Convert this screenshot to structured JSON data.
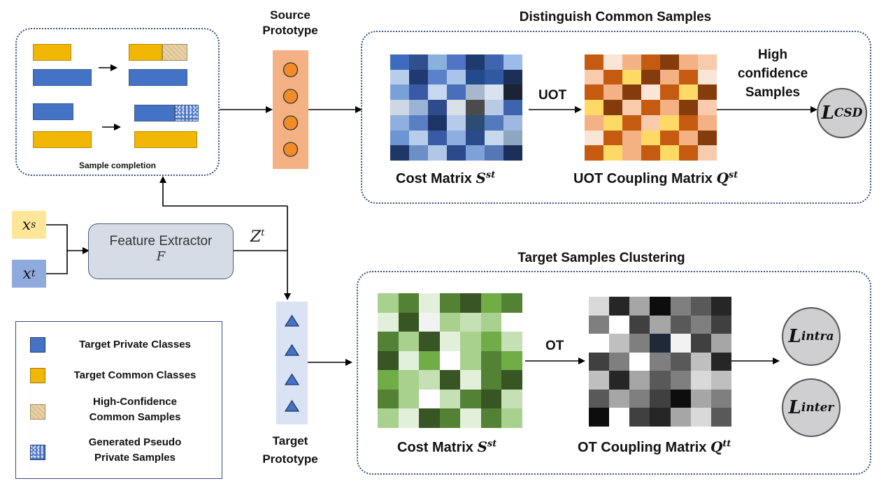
{
  "sample_completion": {
    "label": "Sample completion"
  },
  "source_prototype": {
    "line1": "Source",
    "line2": "Prototype"
  },
  "target_prototype": {
    "line1": "Target",
    "line2": "Prototype"
  },
  "top_panel": {
    "title": "Distinguish Common Samples",
    "uot_label": "UOT",
    "high_conf": [
      "High",
      "confidence",
      "Samples"
    ],
    "cost_label": "Cost Matrix",
    "cost_sym": "S",
    "cost_sup": "st",
    "coupling_label": "UOT Coupling Matrix",
    "coupling_sym": "Q",
    "coupling_sup": "st",
    "loss_sym": "L",
    "loss_sub": "CSD"
  },
  "bottom_panel": {
    "title": "Target Samples Clustering",
    "ot_label": "OT",
    "cost_label": "Cost Matrix",
    "cost_sym": "S",
    "cost_sup": "st",
    "coupling_label": "OT Coupling Matrix",
    "coupling_sym": "Q",
    "coupling_sup": "tt",
    "loss1_sym": "L",
    "loss1_sub": "intra",
    "loss2_sym": "L",
    "loss2_sub": "inter"
  },
  "inputs": {
    "xs_sym": "x",
    "xs_sub": "s",
    "xt_sym": "x",
    "xt_sub": "t"
  },
  "feature_extractor": {
    "line1": "Feature Extractor",
    "line2": "F"
  },
  "z_label": {
    "sym": "Z",
    "sup": "t"
  },
  "legend": {
    "items": [
      {
        "label1": "Target Private Classes",
        "label2": ""
      },
      {
        "label1": "Target Common Classes",
        "label2": ""
      },
      {
        "label1": "High-Confidence",
        "label2": "Common Samples"
      },
      {
        "label1": "Generated Pseudo",
        "label2": "Private Samples"
      }
    ]
  },
  "colors": {
    "blue": "#4472c4",
    "yellow": "#f2b705",
    "prototype_orange": "#f4b183",
    "target_proto_bg": "#dae3f3",
    "feature_box": "#d6dce5"
  },
  "heatmaps": {
    "blue": [
      "#3e6bbd",
      "#2f4f8f",
      "#8ab0de",
      "#4f74c5",
      "#1f3a6e",
      "#3f64b0",
      "#9bbbe8",
      "#b7cdeb",
      "#1f3a70",
      "#5b82c9",
      "#a9c3e9",
      "#234a8a",
      "#2f5aa0",
      "#1b2f57",
      "#7aa0d8",
      "#3a5aa8",
      "#c6d7f0",
      "#4a6fb9",
      "#a7b8cc",
      "#d9e3f0",
      "#1a2433",
      "#cdd6e3",
      "#9cb3d8",
      "#2e4c8c",
      "#d8dfe7",
      "#4b4b4b",
      "#b7cbe4",
      "#3e64ae",
      "#8fb0df",
      "#5a7ec2",
      "#1d3566",
      "#b5cbe9",
      "#2a4d74",
      "#5579bd",
      "#9eb9e0",
      "#6d95d4",
      "#b8cdea",
      "#3b5aa5",
      "#8eaee0",
      "#2a4a8a",
      "#c7d7ee",
      "#8fa6c0",
      "#1e3766",
      "#6d8fc8",
      "#b0c7e8",
      "#2b4a8d",
      "#7da1d9",
      "#5677b5",
      "#1c2f58"
    ],
    "orange": [
      "#c55a11",
      "#fbe5d6",
      "#f4b183",
      "#c55a11",
      "#843c0c",
      "#f4b183",
      "#f8cbad",
      "#f8cbad",
      "#c55a11",
      "#ffd966",
      "#843c0c",
      "#f4b183",
      "#c55a11",
      "#fbe5d6",
      "#c55a11",
      "#f4b183",
      "#843c0c",
      "#fbe5d6",
      "#c55a11",
      "#ffd966",
      "#843c0c",
      "#ffd966",
      "#843c0c",
      "#f8cbad",
      "#c55a11",
      "#f4b183",
      "#843c0c",
      "#f8cbad",
      "#f4b183",
      "#ffd966",
      "#c55a11",
      "#f8cbad",
      "#ffd966",
      "#c55a11",
      "#f4b183",
      "#fbe5d6",
      "#c55a11",
      "#f4b183",
      "#ffd966",
      "#c55a11",
      "#f4b183",
      "#843c0c",
      "#c55a11",
      "#ffd966",
      "#f4b183",
      "#c55a11",
      "#ffd966",
      "#c55a11",
      "#f8cbad"
    ],
    "green": [
      "#a9d18e",
      "#548235",
      "#e2efda",
      "#548235",
      "#375623",
      "#70ad47",
      "#548235",
      "#e2efda",
      "#375623",
      "#f2f2f2",
      "#a9d18e",
      "#c5e0b4",
      "#a9d18e",
      "#ffffff",
      "#548235",
      "#a9d18e",
      "#375623",
      "#e2efda",
      "#a9d18e",
      "#70ad47",
      "#c5e0b4",
      "#375623",
      "#e2efda",
      "#70ad47",
      "#ffffff",
      "#a9d18e",
      "#548235",
      "#70ad47",
      "#70ad47",
      "#a9d18e",
      "#c5e0b4",
      "#375623",
      "#e2efda",
      "#548235",
      "#375623",
      "#548235",
      "#a9d18e",
      "#ffffff",
      "#c5e0b4",
      "#548235",
      "#375623",
      "#c5e0b4",
      "#a9d18e",
      "#e2efda",
      "#375623",
      "#548235",
      "#e2efda",
      "#548235",
      "#a9d18e"
    ],
    "gray": [
      "#d9d9d9",
      "#262626",
      "#a6a6a6",
      "#0d0d0d",
      "#7f7f7f",
      "#595959",
      "#262626",
      "#7f7f7f",
      "#ffffff",
      "#404040",
      "#a6a6a6",
      "#595959",
      "#7f7f7f",
      "#404040",
      "#ffffff",
      "#bfbfbf",
      "#7f7f7f",
      "#1f2937",
      "#f2f2f2",
      "#404040",
      "#a6a6a6",
      "#404040",
      "#7f7f7f",
      "#ffffff",
      "#7f7f7f",
      "#595959",
      "#bfbfbf",
      "#262626",
      "#bfbfbf",
      "#262626",
      "#a6a6a6",
      "#595959",
      "#7f7f7f",
      "#d9d9d9",
      "#bfbfbf",
      "#595959",
      "#a6a6a6",
      "#7f7f7f",
      "#404040",
      "#0d0d0d",
      "#a6a6a6",
      "#7f7f7f",
      "#0d0d0d",
      "#ffffff",
      "#404040",
      "#262626",
      "#a6a6a6",
      "#d9d9d9",
      "#595959"
    ]
  }
}
